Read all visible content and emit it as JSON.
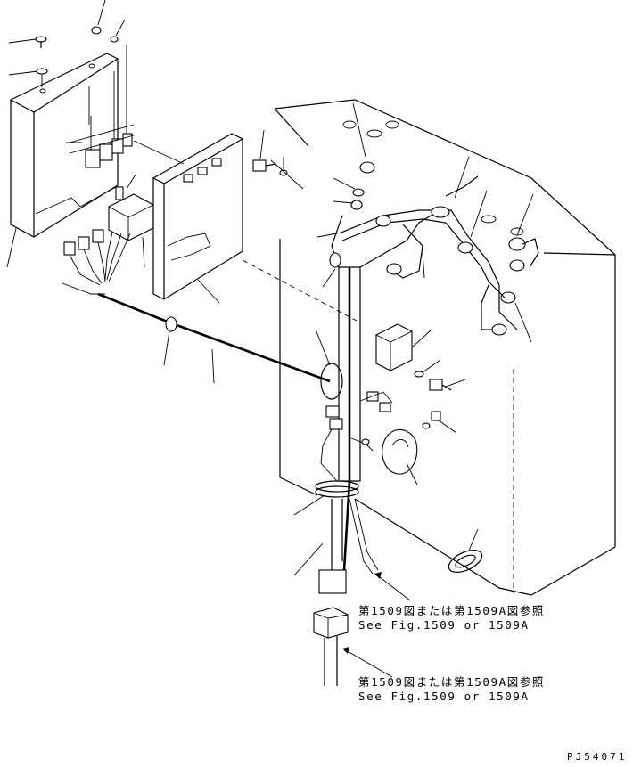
{
  "notes": [
    {
      "jp": "第1509図または第1509A図参照",
      "en": "See Fig.1509 or 1509A"
    },
    {
      "jp": "第1509図または第1509A図参照",
      "en": "See Fig.1509 or 1509A"
    }
  ],
  "drawing_code": "PJ54071"
}
